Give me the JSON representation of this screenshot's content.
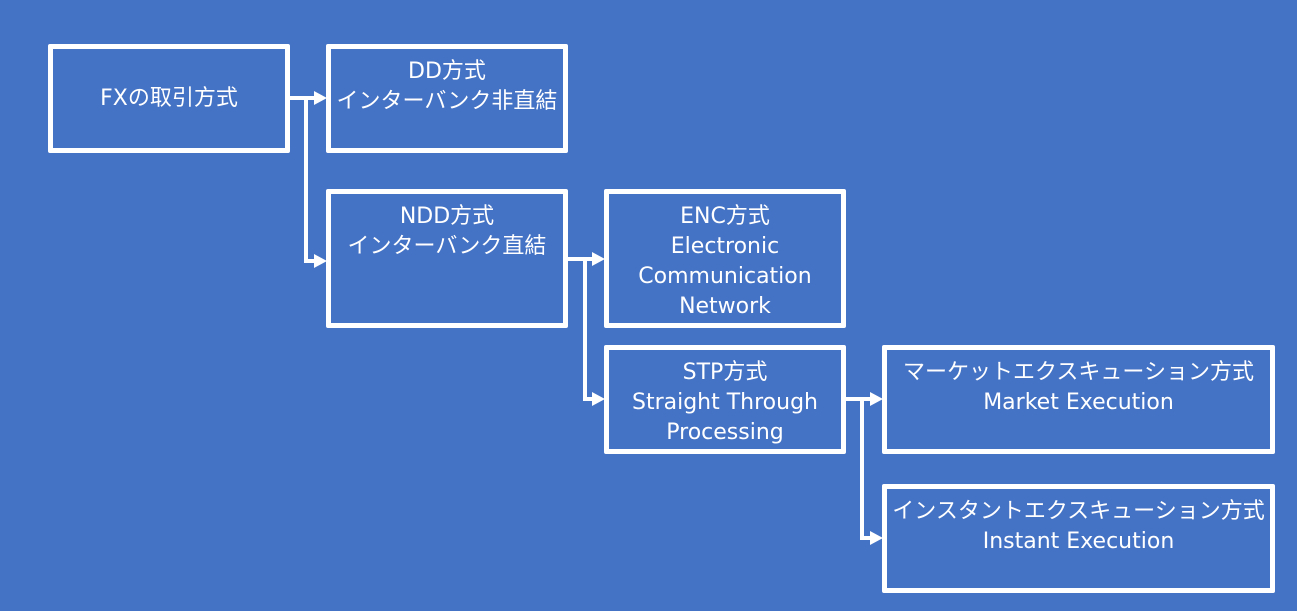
{
  "diagram": {
    "title": "FXの取引方式",
    "colors": {
      "background": "#4472c4",
      "stroke": "#ffffff",
      "text": "#ffffff"
    },
    "nodes": [
      {
        "id": "fx",
        "lines": [
          "FXの取引方式"
        ]
      },
      {
        "id": "dd",
        "lines": [
          "DD方式",
          "インターバンク非直結"
        ]
      },
      {
        "id": "ndd",
        "lines": [
          "NDD方式",
          "インターバンク直結"
        ]
      },
      {
        "id": "enc",
        "lines": [
          "ENC方式",
          "Electronic",
          "Communication",
          "Network"
        ]
      },
      {
        "id": "stp",
        "lines": [
          "STP方式",
          "Straight Through",
          "Processing"
        ]
      },
      {
        "id": "market",
        "lines": [
          "マーケットエクスキューション方式",
          "Market Execution"
        ]
      },
      {
        "id": "instant",
        "lines": [
          "インスタントエクスキューション方式",
          "Instant Execution"
        ]
      }
    ],
    "edges": [
      {
        "from": "fx",
        "to": "dd"
      },
      {
        "from": "fx",
        "to": "ndd"
      },
      {
        "from": "ndd",
        "to": "enc"
      },
      {
        "from": "ndd",
        "to": "stp"
      },
      {
        "from": "stp",
        "to": "market"
      },
      {
        "from": "stp",
        "to": "instant"
      }
    ]
  }
}
